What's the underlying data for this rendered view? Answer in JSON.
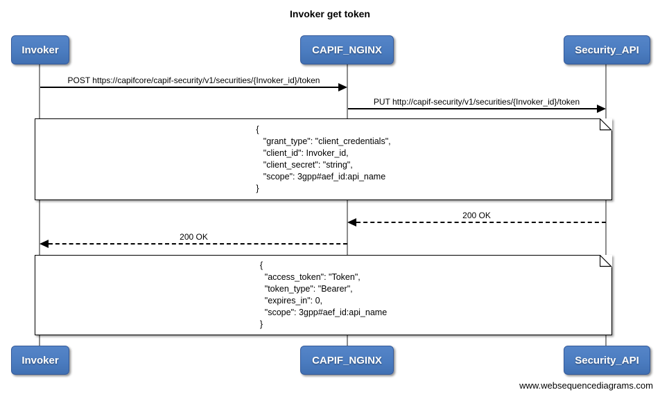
{
  "title": "Invoker get token",
  "footer": "www.websequencediagrams.com",
  "actors": [
    {
      "label": "Invoker"
    },
    {
      "label": "CAPIF_NGINX"
    },
    {
      "label": "Security_API"
    }
  ],
  "messages": [
    {
      "label": "POST https://capifcore/capif-security/v1/securities/{Invoker_id}/token",
      "from": "Invoker",
      "to": "CAPIF_NGINX",
      "line": "solid"
    },
    {
      "label": "PUT http://capif-security/v1/securities/{Invoker_id}/token",
      "from": "CAPIF_NGINX",
      "to": "Security_API",
      "line": "solid"
    },
    {
      "label": "200 OK",
      "from": "Security_API",
      "to": "CAPIF_NGINX",
      "line": "dashed"
    },
    {
      "label": "200 OK",
      "from": "CAPIF_NGINX",
      "to": "Invoker",
      "line": "dashed"
    }
  ],
  "notes": [
    {
      "text": "{\n   \"grant_type\": \"client_credentials\",\n   \"client_id\": Invoker_id,\n   \"client_secret\": \"string\",\n   \"scope\": 3gpp#aef_id:api_name\n}"
    },
    {
      "text": "{\n  \"access_token\": \"Token\",\n  \"token_type\": \"Bearer\",\n  \"expires_in\": 0,\n  \"scope\": 3gpp#aef_id:api_name\n}"
    }
  ],
  "colors": {
    "actor_fill": "#4b7cc0",
    "actor_border": "#33599a",
    "actor_text": "#ffffff",
    "lifeline": "#8c8c8c",
    "arrow": "#000000",
    "note_bg": "#ffffff",
    "note_border": "#000000"
  }
}
